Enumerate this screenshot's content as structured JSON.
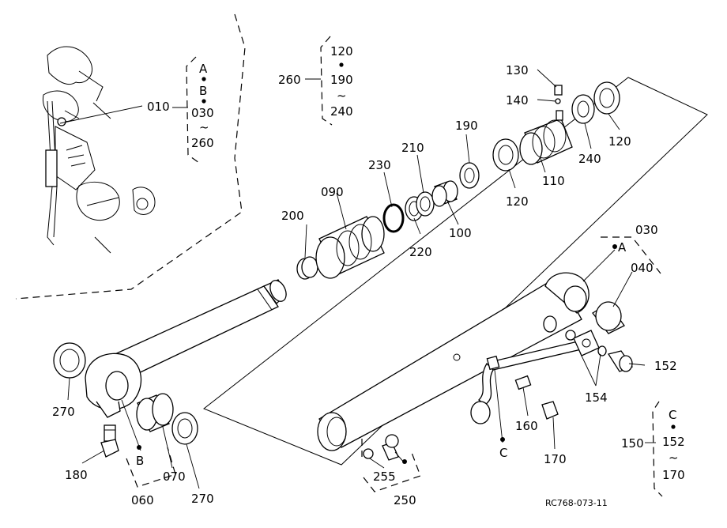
{
  "callouts": {
    "c010": "010",
    "c030": "030",
    "c040": "040",
    "c060": "060",
    "c070": "070",
    "c090": "090",
    "c100": "100",
    "c110": "110",
    "c120a": "120",
    "c120b": "120",
    "c130": "130",
    "c140": "140",
    "c150": "150",
    "c152": "152",
    "c154": "154",
    "c160": "160",
    "c170": "170",
    "c180": "180",
    "c190": "190",
    "c200": "200",
    "c210": "210",
    "c220": "220",
    "c230": "230",
    "c240": "240",
    "c250": "250",
    "c255": "255",
    "c260": "260",
    "c270a": "270",
    "c270b": "270",
    "ref_a": "A",
    "ref_b": "B",
    "ref_c": "C"
  },
  "groups": {
    "g010": {
      "top": "A",
      "mid": "B",
      "from": "030",
      "to": "260"
    },
    "g260": {
      "from": "120",
      "mid": "190",
      "to": "240"
    },
    "g150": {
      "top": "C",
      "from": "152",
      "to": "170"
    },
    "tilde": "~"
  },
  "diagram_code": "RC768-073-11"
}
